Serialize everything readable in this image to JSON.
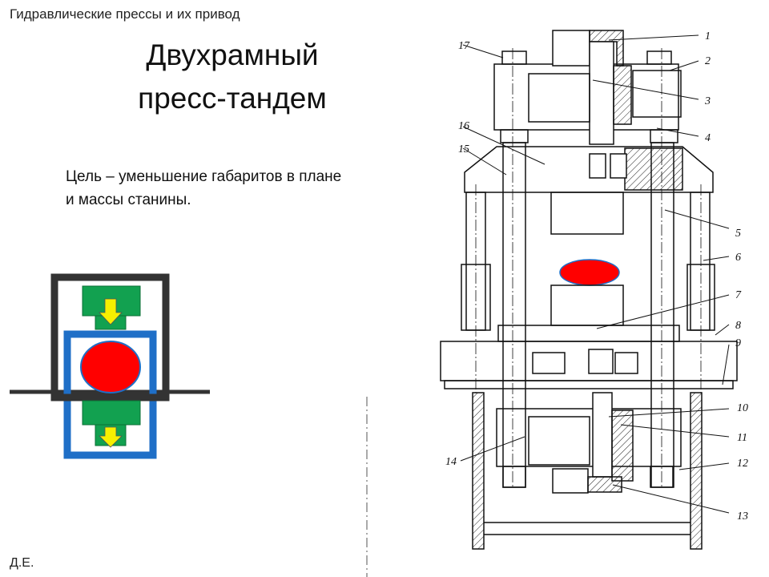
{
  "header": {
    "caption": "Гидравлические прессы и их привод"
  },
  "title": {
    "line1": "Двухрамный",
    "line2": "пресс-тандем"
  },
  "body": {
    "line1": "Цель – уменьшение габаритов в плане",
    "line2": "и массы станины."
  },
  "footer": {
    "initials": "Д.Е."
  },
  "schematic": {
    "outer_frame_color": "#333333",
    "inner_frame_color": "#1f6fc7",
    "block_color": "#12a150",
    "arrow_color": "#f5f000",
    "workpiece_color": "#ff0000"
  },
  "drawing": {
    "workpiece_color": "#ff0000",
    "labels": [
      "1",
      "2",
      "3",
      "4",
      "5",
      "6",
      "7",
      "8",
      "9",
      "10",
      "11",
      "12",
      "13",
      "14",
      "15",
      "16",
      "17"
    ]
  }
}
